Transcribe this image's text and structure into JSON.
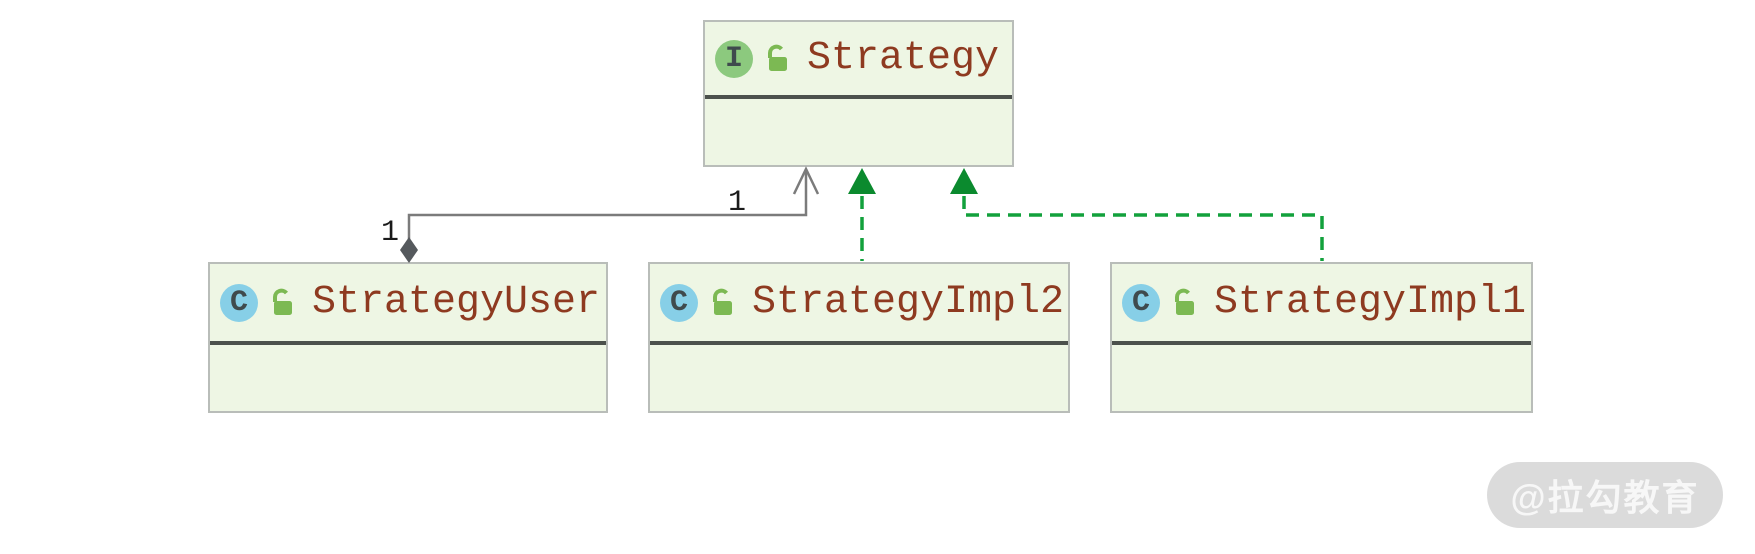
{
  "diagram": {
    "classes": [
      {
        "name": "Strategy",
        "stereotype": "interface",
        "icon_letter": "I",
        "lock_state": "unlocked"
      },
      {
        "name": "StrategyUser",
        "stereotype": "class",
        "icon_letter": "C",
        "lock_state": "unlocked"
      },
      {
        "name": "StrategyImpl2",
        "stereotype": "class",
        "icon_letter": "C",
        "lock_state": "unlocked"
      },
      {
        "name": "StrategyImpl1",
        "stereotype": "class",
        "icon_letter": "C",
        "lock_state": "unlocked"
      }
    ],
    "relations": [
      {
        "type": "aggregation",
        "from": "StrategyUser",
        "to": "Strategy",
        "labels": [
          "1",
          "1"
        ]
      },
      {
        "type": "realization",
        "from": "StrategyImpl2",
        "to": "Strategy"
      },
      {
        "type": "realization",
        "from": "StrategyImpl1",
        "to": "Strategy"
      }
    ],
    "colors": {
      "node_fill": "#eef6e4",
      "node_border": "#b9bdb9",
      "separator": "#4c514c",
      "class_name_text": "#8e3a20",
      "interface_icon_bg": "#8cc97e",
      "class_icon_bg": "#87cfe7",
      "icon_letter_color": "#3f4a4d",
      "lock_icon": "#7cb953",
      "association_edge": "#7b7b7b",
      "aggregation_diamond": "#55595d",
      "realization_edge": "#12a13c",
      "realization_arrow": "#0b8a2e"
    }
  },
  "watermark": {
    "text": "@拉勾教育"
  }
}
